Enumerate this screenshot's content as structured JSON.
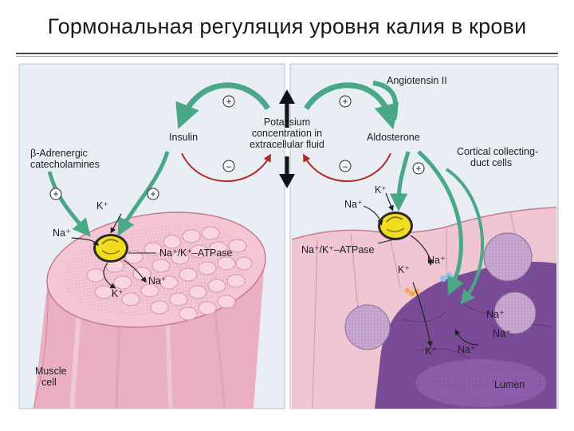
{
  "title": "Гормональная регуляция уровня калия в крови",
  "labels": {
    "angiotensin": "Angiotensin II",
    "potassium_1": "Potassium",
    "potassium_2": "concentration in",
    "potassium_3": "extracellular fluid",
    "insulin": "Insulin",
    "aldosterone": "Aldosterone",
    "beta_1": "β-Adrenergic",
    "beta_2": "catecholamines",
    "cortical_1": "Cortical collecting-",
    "cortical_2": "duct cells",
    "atpase_left": "Na⁺/K⁺–ATPase",
    "atpase_right": "Na⁺/K⁺–ATPase",
    "muscle_1": "Muscle",
    "muscle_2": "cell",
    "lumen": "Lumen"
  },
  "signs": {
    "plus": "+",
    "minus": "–"
  },
  "ions": {
    "k": "K⁺",
    "na": "Na⁺"
  },
  "colors": {
    "stimulatory_arrow": "#4aa886",
    "inhibitory_arrow": "#b02a2a",
    "central_arrow": "#111111",
    "pump": "#f2dc1e",
    "muscle_fill": "#f1b9c8",
    "duct_cell": "#7a4c97"
  }
}
